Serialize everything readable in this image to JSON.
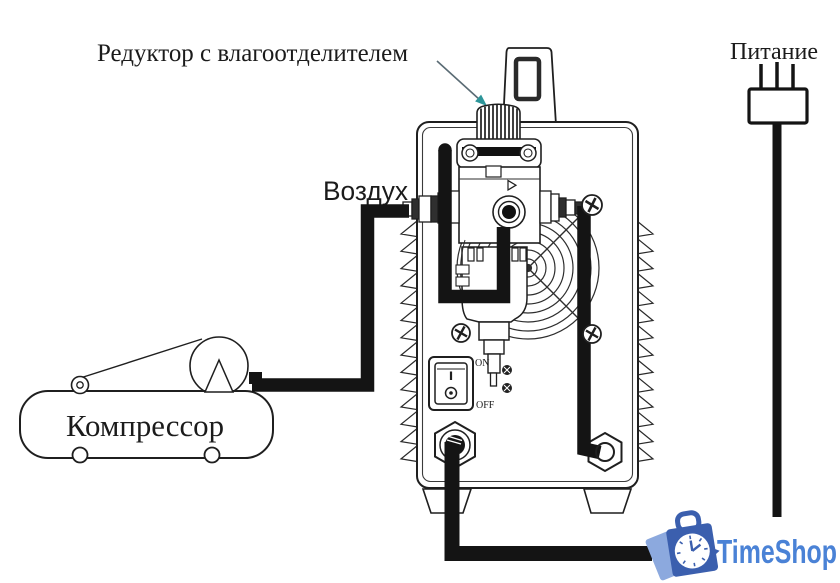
{
  "diagram": {
    "title_note": "Plasma cutter air supply connection scheme",
    "labels": {
      "regulator": "Редуктор с влагоотделителем",
      "power": "Питание",
      "air": "Воздух",
      "compressor": "Компрессор",
      "switch_on": "ON",
      "switch_off": "OFF"
    },
    "logo": {
      "text": "TimeShop"
    },
    "colors": {
      "line": "#1f1f1f",
      "hose": "#141414",
      "arrow_head": "#2d9599",
      "logo_blue": "#4a82d6",
      "logo_dark_blue": "#3b5fae",
      "logo_light_blue": "#8ca9de"
    }
  }
}
